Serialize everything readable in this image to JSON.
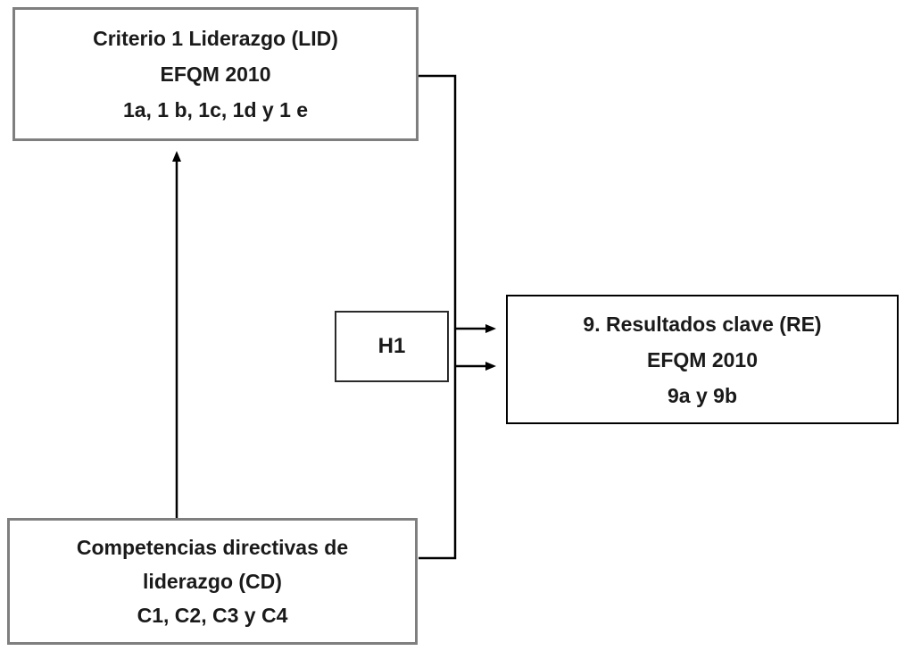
{
  "title": "Research model diagram",
  "boxes": {
    "lid": {
      "line1": "Criterio 1 Liderazgo (LID)",
      "line2": "EFQM 2010",
      "line3": "1a, 1 b, 1c,  1d y 1 e"
    },
    "cd": {
      "line1": "Competencias directivas de",
      "line2": "liderazgo (CD)",
      "line3": "C1, C2,  C3 y C4"
    },
    "h1": {
      "label": "H1"
    },
    "re": {
      "line1": "9. Resultados clave (RE)",
      "line2": "EFQM 2010",
      "line3": "9a y 9b"
    }
  },
  "colors": {
    "box_border_gray": "#7f7f7f",
    "box_border_black": "#000000",
    "arrow": "#000000",
    "text": "#1a1a1a",
    "background": "#ffffff"
  }
}
